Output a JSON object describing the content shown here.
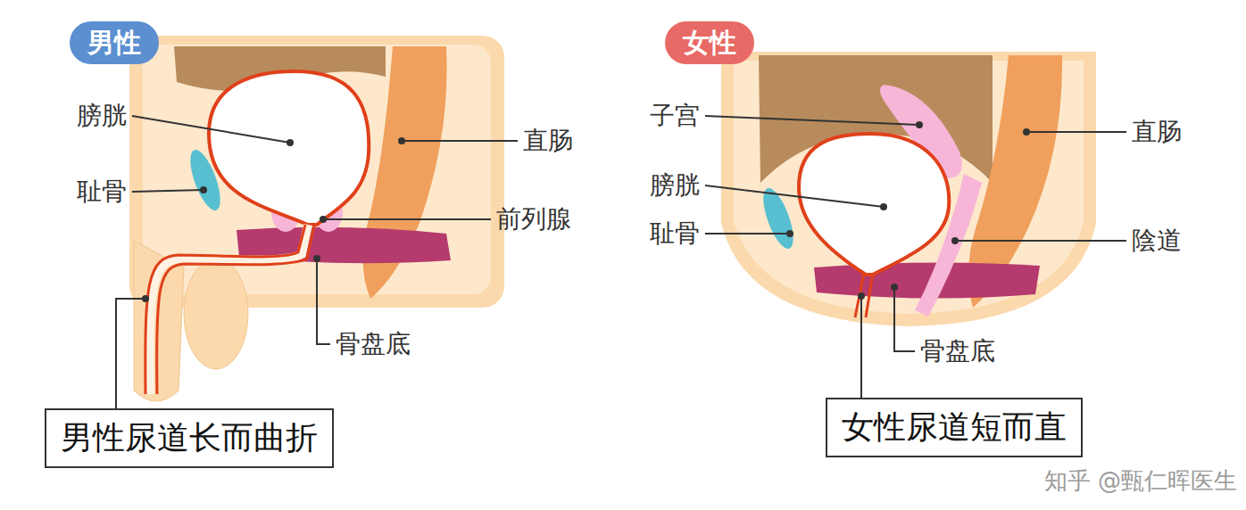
{
  "diagram": {
    "nodes": [
      {
        "text": [
          "男性"
        ]
      },
      {
        "text": [
          "男性尿道长而曲折"
        ]
      },
      {
        "text": [
          "女性"
        ]
      },
      {
        "text": [
          "女性尿道短而直"
        ]
      }
    ],
    "labels": [
      "膀胱",
      "直肠",
      "耻骨",
      "前列腺",
      "骨盘底",
      "子宫",
      "直肠",
      "膀胱",
      "耻骨",
      "陰道",
      "骨盘底",
      "知乎 @甄仁晖医生"
    ]
  }
}
